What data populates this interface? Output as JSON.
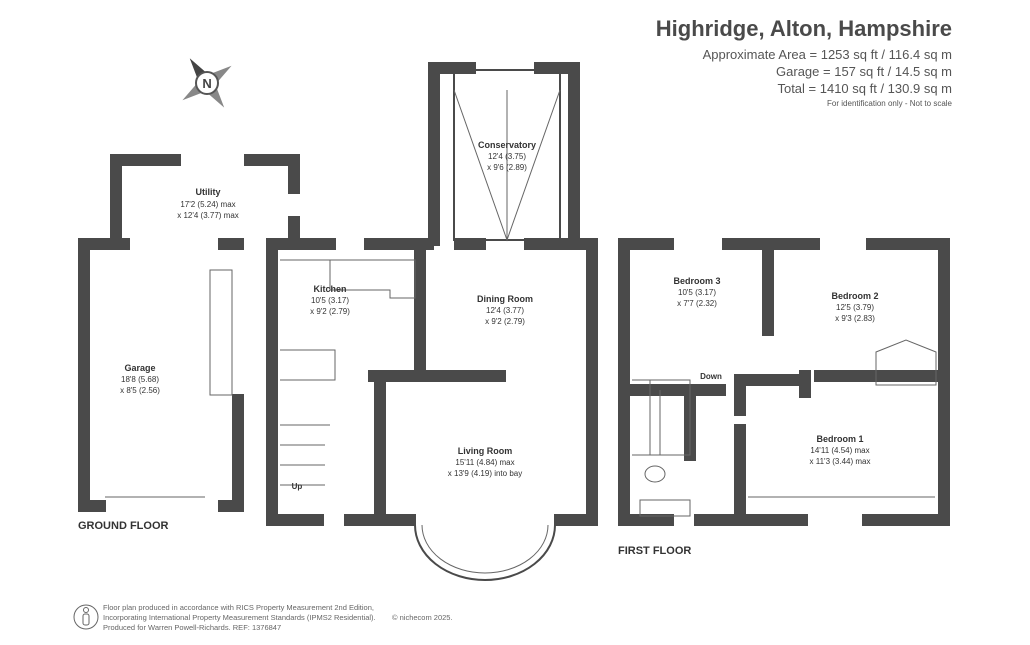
{
  "header": {
    "title": "Highridge, Alton, Hampshire",
    "approx_area": "Approximate Area = 1253 sq ft / 116.4 sq m",
    "garage_area": "Garage = 157 sq ft / 14.5 sq m",
    "total_area": "Total = 1410 sq ft / 130.9 sq m",
    "note": "For identification only - Not to scale"
  },
  "compass": {
    "label": "N"
  },
  "ground_floor": {
    "label": "GROUND FLOOR",
    "stairs": "Up",
    "rooms": [
      {
        "name": "Utility",
        "dim1": "17'2 (5.24) max",
        "dim2": "x 12'4 (3.77) max"
      },
      {
        "name": "Garage",
        "dim1": "18'8 (5.68)",
        "dim2": "x 8'5 (2.56)"
      },
      {
        "name": "Kitchen",
        "dim1": "10'5 (3.17)",
        "dim2": "x 9'2 (2.79)"
      },
      {
        "name": "Conservatory",
        "dim1": "12'4 (3.75)",
        "dim2": "x 9'6 (2.89)"
      },
      {
        "name": "Dining Room",
        "dim1": "12'4 (3.77)",
        "dim2": "x 9'2 (2.79)"
      },
      {
        "name": "Living Room",
        "dim1": "15'11 (4.84) max",
        "dim2": "x 13'9 (4.19) into bay"
      }
    ]
  },
  "first_floor": {
    "label": "FIRST FLOOR",
    "stairs": "Down",
    "rooms": [
      {
        "name": "Bedroom 3",
        "dim1": "10'5 (3.17)",
        "dim2": "x 7'7 (2.32)"
      },
      {
        "name": "Bedroom 2",
        "dim1": "12'5 (3.79)",
        "dim2": "x 9'3 (2.83)"
      },
      {
        "name": "Bedroom 1",
        "dim1": "14'11 (4.54) max",
        "dim2": "x 11'3 (3.44) max"
      }
    ]
  },
  "footer": {
    "line1": "Floor plan produced in accordance with RICS Property Measurement 2nd Edition,",
    "line2": "Incorporating International Property Measurement Standards (IPMS2 Residential).",
    "line3": "Produced for Warren Powell-Richards.   REF: 1376847",
    "copyright": "© nichecom 2025."
  }
}
